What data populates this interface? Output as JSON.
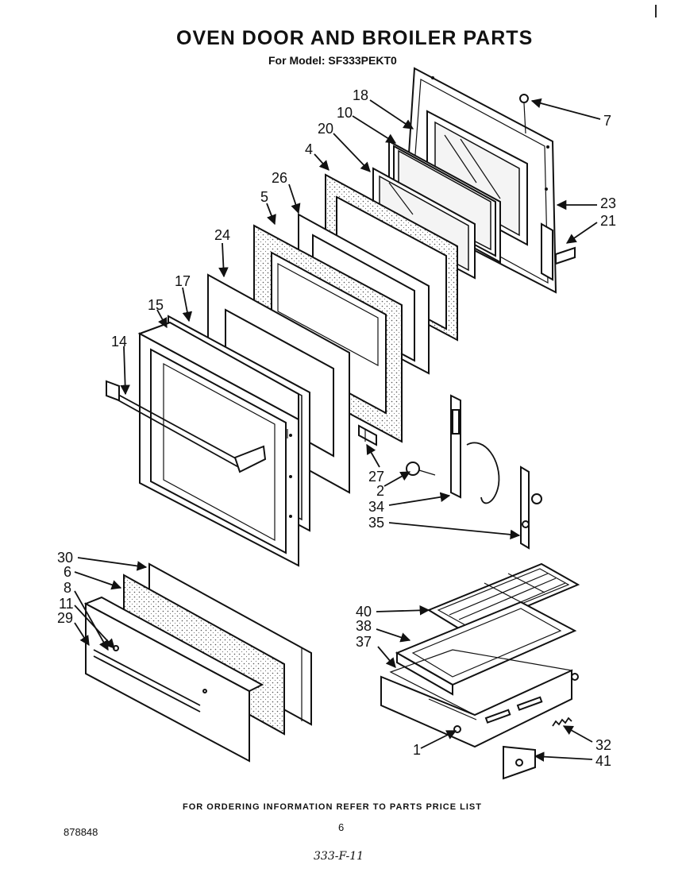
{
  "header": {
    "title": "OVEN DOOR AND BROILER PARTS",
    "subtitle": "For Model: SF333PEKT0"
  },
  "footer": {
    "ordering_note": "FOR ORDERING INFORMATION REFER TO PARTS PRICE LIST",
    "page_number": "6",
    "document_number": "878848",
    "handwritten_note": "333-F-11"
  },
  "callouts": {
    "c7": "7",
    "c18": "18",
    "c10": "10",
    "c20": "20",
    "c4": "4",
    "c26": "26",
    "c5": "5",
    "c24": "24",
    "c17": "17",
    "c15": "15",
    "c14": "14",
    "c23": "23",
    "c21": "21",
    "c27": "27",
    "c2": "2",
    "c34": "34",
    "c35": "35",
    "c30": "30",
    "c6": "6",
    "c8": "8",
    "c11": "11",
    "c29": "29",
    "c40": "40",
    "c38": "38",
    "c37": "37",
    "c1": "1",
    "c32": "32",
    "c41": "41"
  }
}
